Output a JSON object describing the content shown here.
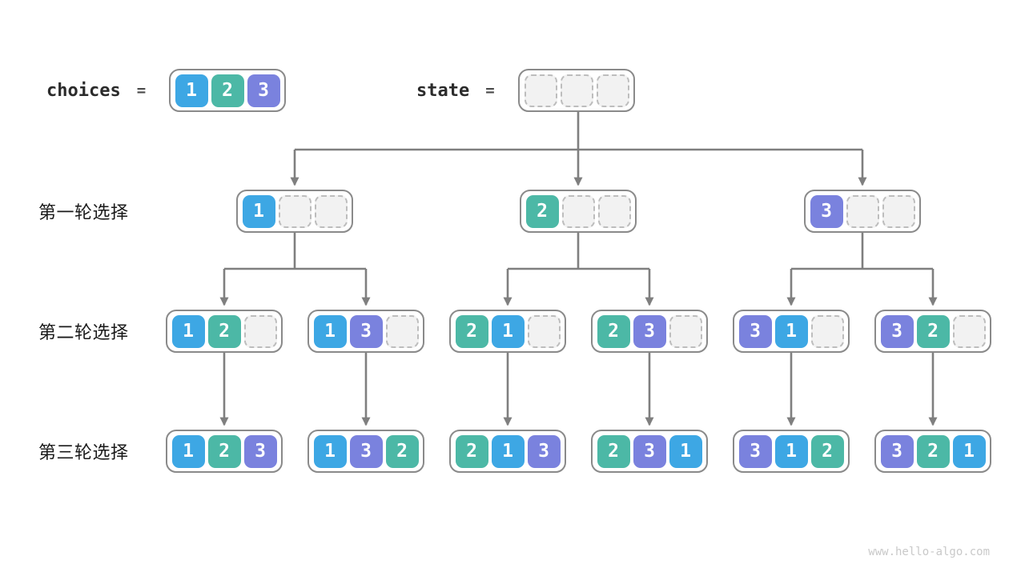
{
  "diagram": {
    "choices_label": "choices",
    "state_label": "state",
    "equals_sign": "=",
    "choices": [
      "1",
      "2",
      "3"
    ],
    "state": [
      "",
      "",
      ""
    ],
    "rows": [
      {
        "label": "第一轮选择",
        "boxes": [
          [
            "1",
            "",
            ""
          ],
          [
            "2",
            "",
            ""
          ],
          [
            "3",
            "",
            ""
          ]
        ]
      },
      {
        "label": "第二轮选择",
        "boxes": [
          [
            "1",
            "2",
            ""
          ],
          [
            "1",
            "3",
            ""
          ],
          [
            "2",
            "1",
            ""
          ],
          [
            "2",
            "3",
            ""
          ],
          [
            "3",
            "1",
            ""
          ],
          [
            "3",
            "2",
            ""
          ]
        ]
      },
      {
        "label": "第三轮选择",
        "boxes": [
          [
            "1",
            "2",
            "3"
          ],
          [
            "1",
            "3",
            "2"
          ],
          [
            "2",
            "1",
            "3"
          ],
          [
            "2",
            "3",
            "1"
          ],
          [
            "3",
            "1",
            "2"
          ],
          [
            "3",
            "2",
            "1"
          ]
        ]
      }
    ],
    "watermark": "www.hello-algo.com"
  },
  "colors": {
    "value_1": "#3DA7E4",
    "value_2": "#4CB8A6",
    "value_3": "#7A82DE",
    "empty_cell": "#F2F2F2",
    "empty_cell_border": "#BDBDBD",
    "container_border": "#8A8A8A",
    "arrow": "#7F7F7F",
    "text": "#1A1A1A",
    "watermark": "#C9C9C9"
  }
}
